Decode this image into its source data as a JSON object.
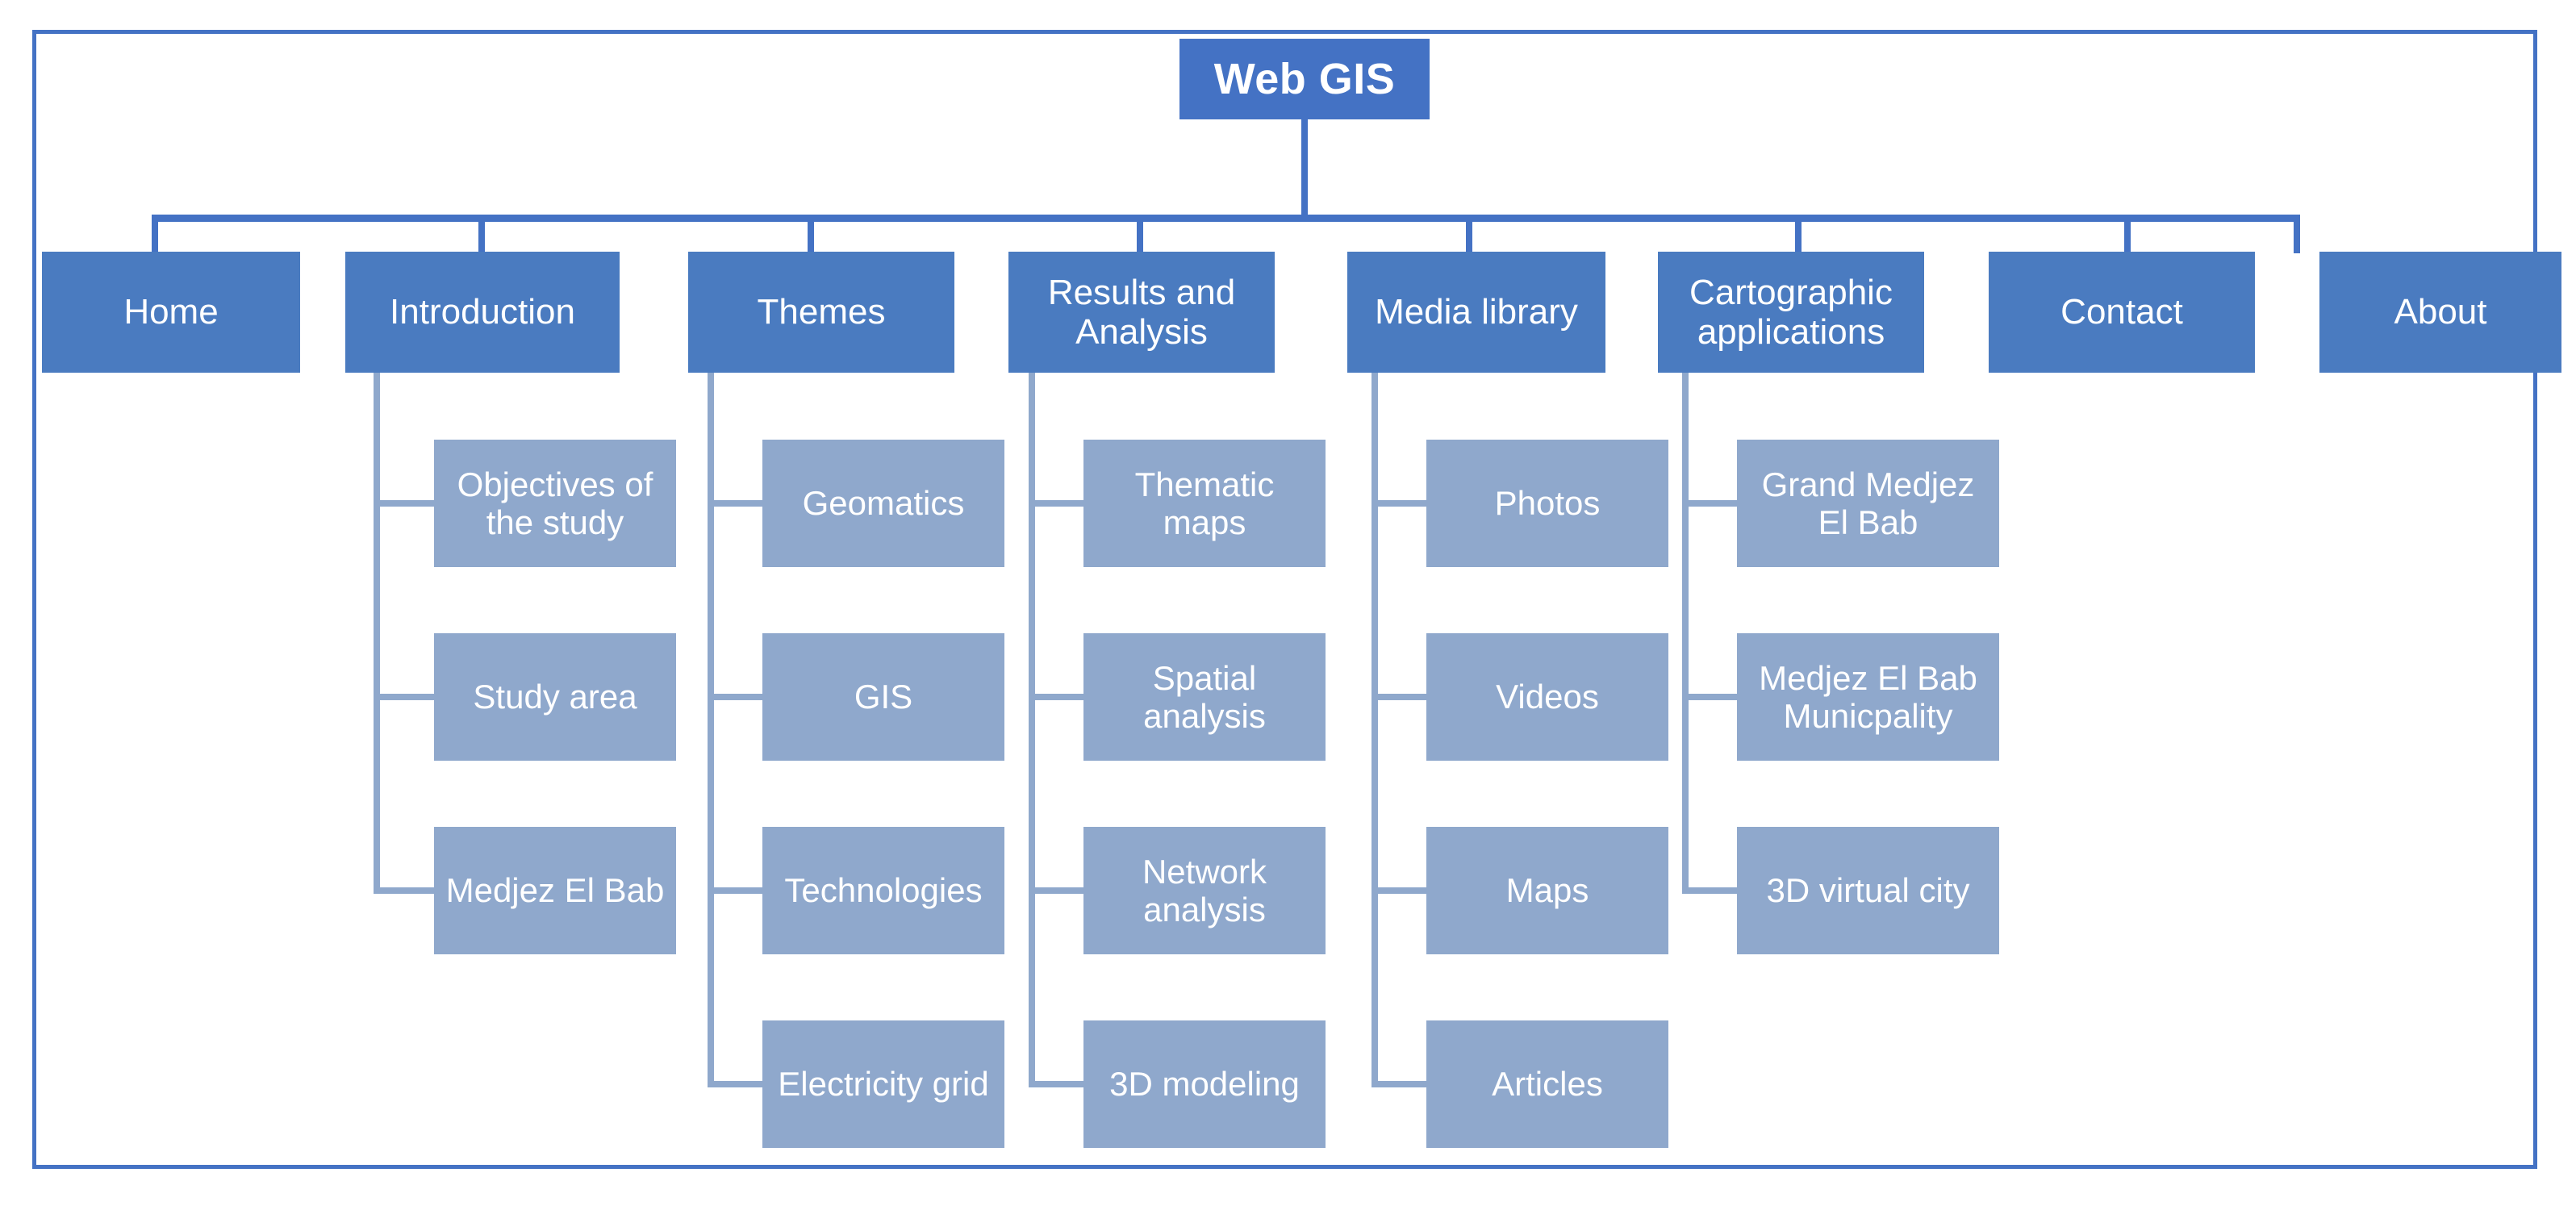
{
  "diagram": {
    "title": "Web GIS",
    "root": {
      "label": "Web GIS"
    },
    "nav": [
      {
        "label": "Home"
      },
      {
        "label": "Introduction"
      },
      {
        "label": "Themes"
      },
      {
        "label": "Results and\nAnalysis"
      },
      {
        "label": "Media library"
      },
      {
        "label": "Cartographic\napplications"
      },
      {
        "label": "Contact"
      },
      {
        "label": "About"
      }
    ],
    "children": {
      "introduction": [
        {
          "label": "Objectives of\nthe study"
        },
        {
          "label": "Study  area"
        },
        {
          "label": "Medjez  El Bab"
        }
      ],
      "themes": [
        {
          "label": "Geomatics"
        },
        {
          "label": "GIS"
        },
        {
          "label": "Technologies"
        },
        {
          "label": "Electricity grid"
        }
      ],
      "results_and_analysis": [
        {
          "label": "Thematic\nmaps"
        },
        {
          "label": "Spatial\nanalysis"
        },
        {
          "label": "Network\nanalysis"
        },
        {
          "label": "3D modeling"
        }
      ],
      "media_library": [
        {
          "label": "Photos"
        },
        {
          "label": "Videos"
        },
        {
          "label": "Maps"
        },
        {
          "label": "Articles"
        }
      ],
      "cartographic_applications": [
        {
          "label": "Grand Medjez\nEl Bab"
        },
        {
          "label": "Medjez  El Bab\nMunicpality"
        },
        {
          "label": "3D virtual city"
        }
      ]
    },
    "colors": {
      "frame_border": "#4472C4",
      "root_fill": "#4472C4",
      "nav_fill": "#4A7BC0",
      "child_fill": "#8FA8CC",
      "connector_dark": "#4472C4",
      "connector_light": "#8FA8CC",
      "text": "#FFFFFF",
      "background": "#FFFFFF"
    }
  }
}
